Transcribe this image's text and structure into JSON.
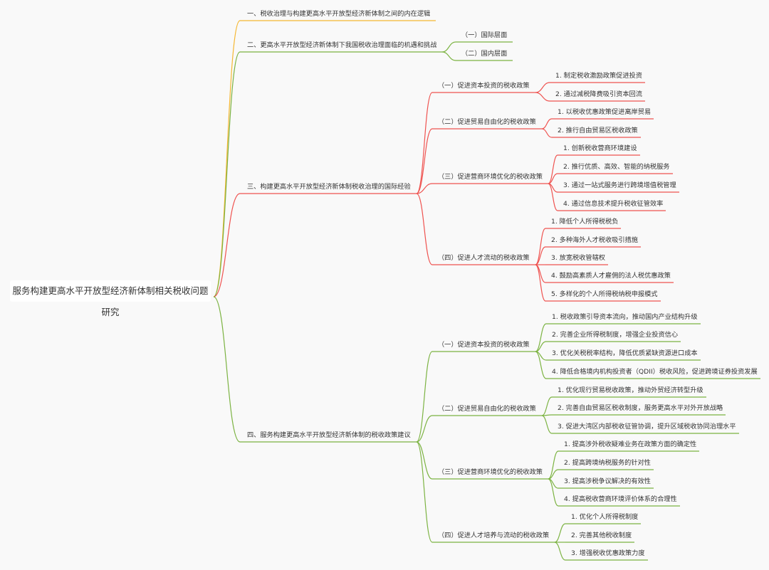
{
  "root": "服务构建更高水平开放型经济新体制相关税收问题研究",
  "colors": {
    "branch1": "#f5b731",
    "branch2": "#7cb342",
    "branch3": "#ef5350",
    "branch4": "#7cb342",
    "background": "#f9f9f9"
  },
  "branches": [
    {
      "label": "一、税收治理与构建更高水平开放型经济新体制之间的内在逻辑",
      "children": []
    },
    {
      "label": "二、更高水平开放型经济新体制下我国税收治理面临的机遇和挑战",
      "children": [
        {
          "label": "（一）国际层面",
          "children": []
        },
        {
          "label": "（二）国内层面",
          "children": []
        }
      ]
    },
    {
      "label": "三、构建更高水平开放型经济新体制税收治理的国际经验",
      "children": [
        {
          "label": "（一）促进资本投资的税收政策",
          "children": [
            {
              "label": "1. 制定税收激励政策促进投资"
            },
            {
              "label": "2. 通过减税降费吸引资本回流"
            }
          ]
        },
        {
          "label": "（二）促进贸易自由化的税收政策",
          "children": [
            {
              "label": "1. 以税收优惠政策促进离岸贸易"
            },
            {
              "label": "2. 推行自由贸易区税收政策"
            }
          ]
        },
        {
          "label": "（三）促进营商环境优化的税收政策",
          "children": [
            {
              "label": "1. 创新税收营商环境建设"
            },
            {
              "label": "2. 推行优质、高效、智能的纳税服务"
            },
            {
              "label": "3. 通过一站式服务进行跨境增值税管理"
            },
            {
              "label": "4. 通过信息技术提升税收征管效率"
            }
          ]
        },
        {
          "label": "（四）促进人才流动的税收政策",
          "children": [
            {
              "label": "1. 降低个人所得税税负"
            },
            {
              "label": "2. 多种海外人才税收吸引措施"
            },
            {
              "label": "3. 放宽税收管辖权"
            },
            {
              "label": "4. 鼓励高素质人才雇佣的法人税优惠政策"
            },
            {
              "label": "5. 多样化的个人所得税纳税申报模式"
            }
          ]
        }
      ]
    },
    {
      "label": "四、服务构建更高水平开放型经济新体制的税收政策建议",
      "children": [
        {
          "label": "（一）促进资本投资的税收政策",
          "children": [
            {
              "label": "1. 税收政策引导资本流向，推动国内产业结构升级"
            },
            {
              "label": "2. 完善企业所得税制度，增强企业投资信心"
            },
            {
              "label": "3. 优化关税税率结构，降低优质紧缺资源进口成本"
            },
            {
              "label": "4. 降低合格境内机构投资者（QDII）税收风险，促进跨境证券投资发展"
            }
          ]
        },
        {
          "label": "（二）促进贸易自由化的税收政策",
          "children": [
            {
              "label": "1. 优化现行贸易税收政策，推动外贸经济转型升级"
            },
            {
              "label": "2. 完善自由贸易区税收制度，服务更高水平对外开放战略"
            },
            {
              "label": "3. 促进大湾区内部税收征管协调，提升区域税收协同治理水平"
            }
          ]
        },
        {
          "label": "（三）促进营商环境优化的税收政策",
          "children": [
            {
              "label": "1. 提高涉外税收疑难业务在政策方面的确定性"
            },
            {
              "label": "2. 提高跨境纳税服务的针对性"
            },
            {
              "label": "3. 提高涉税争议解决的有效性"
            },
            {
              "label": "4. 提高税收营商环境评价体系的合理性"
            }
          ]
        },
        {
          "label": "（四）促进人才培养与流动的税收政策",
          "children": [
            {
              "label": "1. 优化个人所得税制度"
            },
            {
              "label": "2. 完善其他税收制度"
            },
            {
              "label": "3. 增强税收优惠政策力度"
            }
          ]
        }
      ]
    }
  ]
}
